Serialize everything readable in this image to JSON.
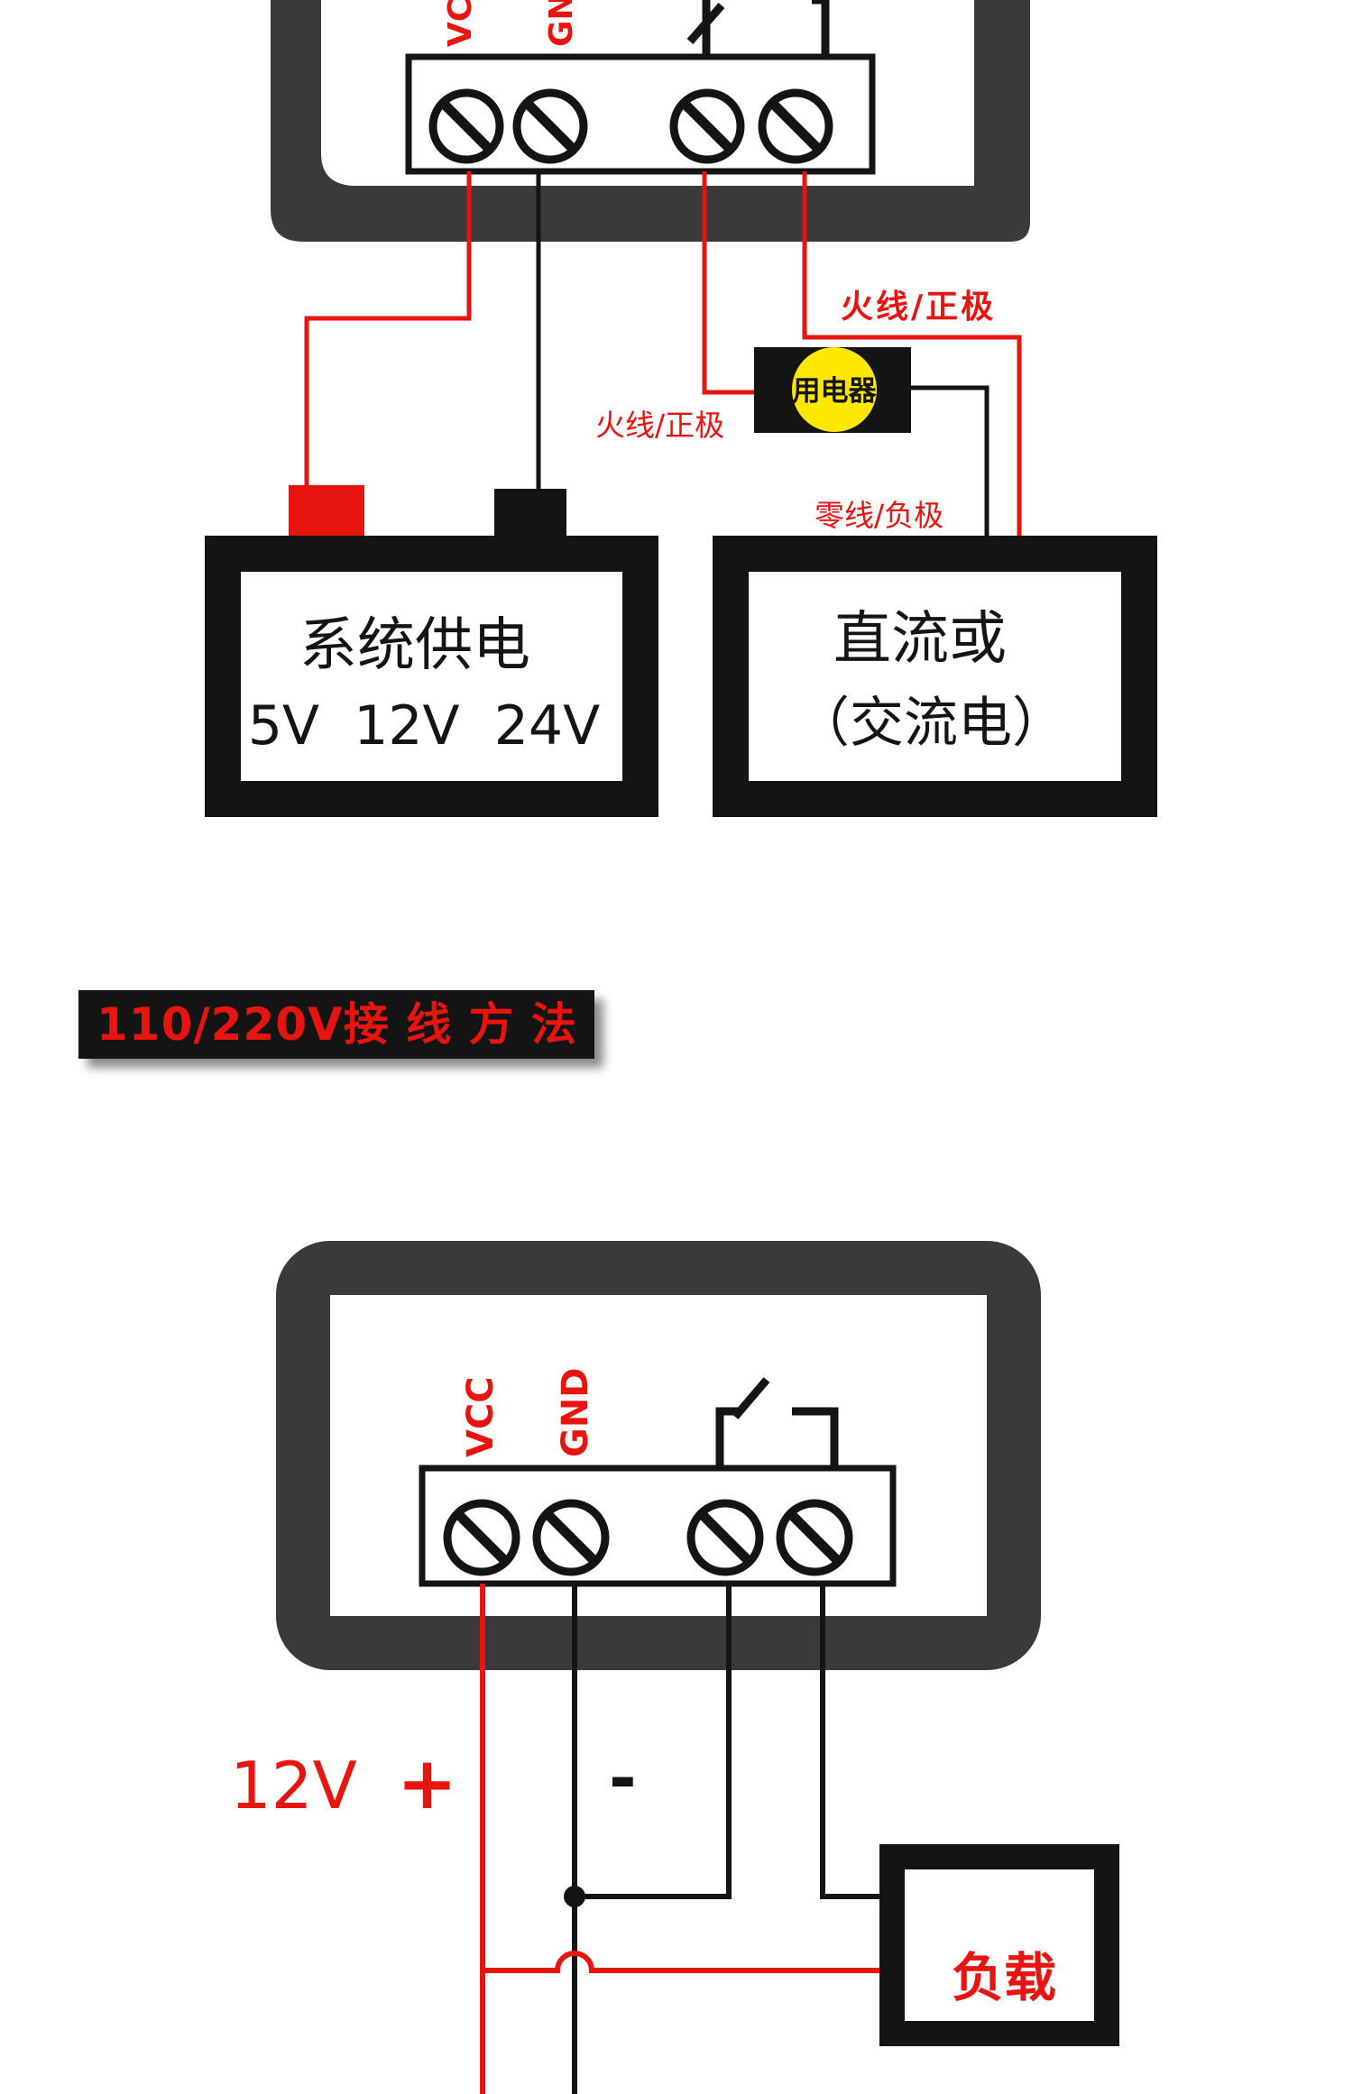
{
  "colors": {
    "wire_red": "#e8140f",
    "wire_black": "#141414",
    "frame_dark": "#3a3a3a",
    "appliance_fill": "#ffe800"
  },
  "top": {
    "label_vcc": "VC",
    "label_gnd": "GN",
    "label_live_positive_right": "火线/正极",
    "label_live_positive_left": "火线/正极",
    "label_neutral_negative": "零线/负极",
    "appliance_label": "用电器",
    "supply_title": "系统供电",
    "supply_voltages": "5V  12V  24V",
    "source_line1": "直流或",
    "source_line2": "（交流电）"
  },
  "section_title": "110/220V接 线 方 法",
  "bottom": {
    "label_vcc": "VCC",
    "label_gnd": "GND",
    "label_12v": "12V",
    "label_plus": "+",
    "label_minus": "-",
    "load_label": "负载"
  },
  "icons": [
    "screw-terminal-icon",
    "relay-contact-icon",
    "wire-junction-dot-icon",
    "wire-crossover-hop-icon"
  ]
}
